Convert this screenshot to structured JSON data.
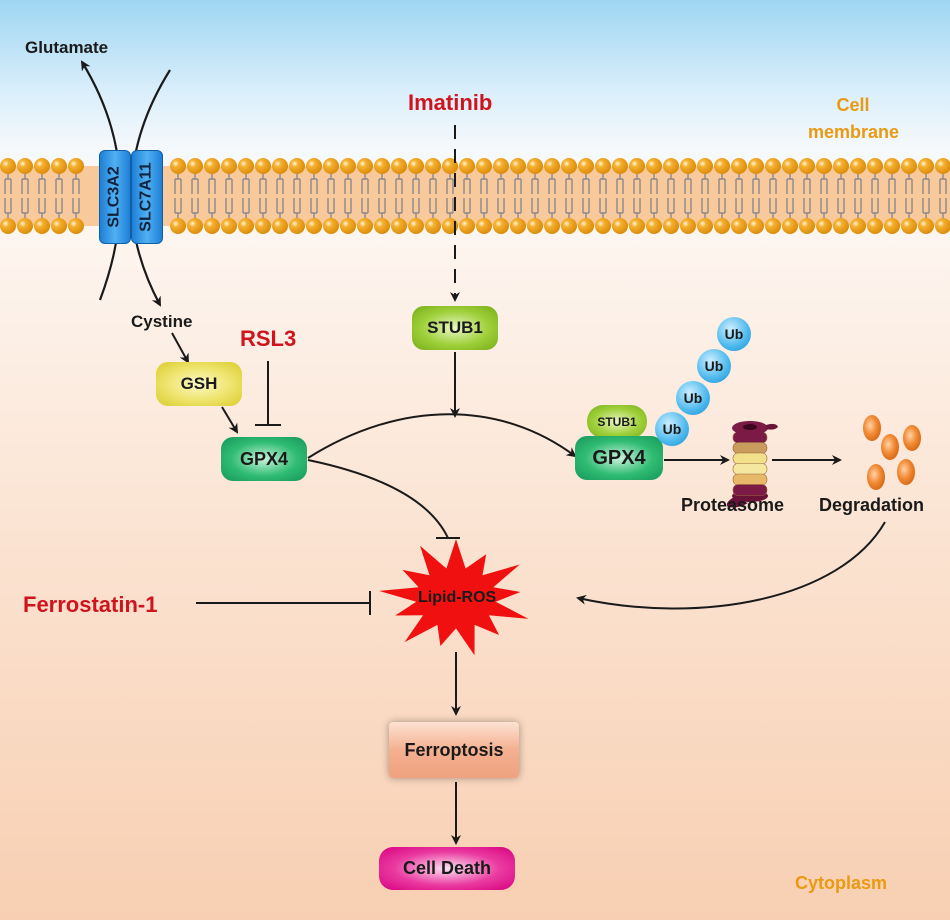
{
  "labels": {
    "glutamate": "Glutamate",
    "cystine": "Cystine",
    "imatinib": "Imatinib",
    "rsl3": "RSL3",
    "ferrostatin": "Ferrostatin-1",
    "cell_membrane": "Cell membrane",
    "cytoplasm": "Cytoplasm",
    "proteasome": "Proteasome",
    "degradation": "Degradation",
    "lipid_ros": "Lipid-ROS"
  },
  "transporters": {
    "slc3a2": "SLC3A2",
    "slc7a11": "SLC7A11"
  },
  "nodes": {
    "gsh": "GSH",
    "gpx4_left": "GPX4",
    "stub1": "STUB1",
    "stub1_complex": "STUB1",
    "gpx4_right": "GPX4",
    "ferroptosis": "Ferroptosis",
    "cell_death": "Cell Death"
  },
  "ubiquitin": [
    "Ub",
    "Ub",
    "Ub",
    "Ub"
  ],
  "colors": {
    "drug_red": "#d0141e",
    "region_orange": "#e89a12",
    "membrane_head": "#f0a21c",
    "arrow": "#1a1a1a"
  }
}
